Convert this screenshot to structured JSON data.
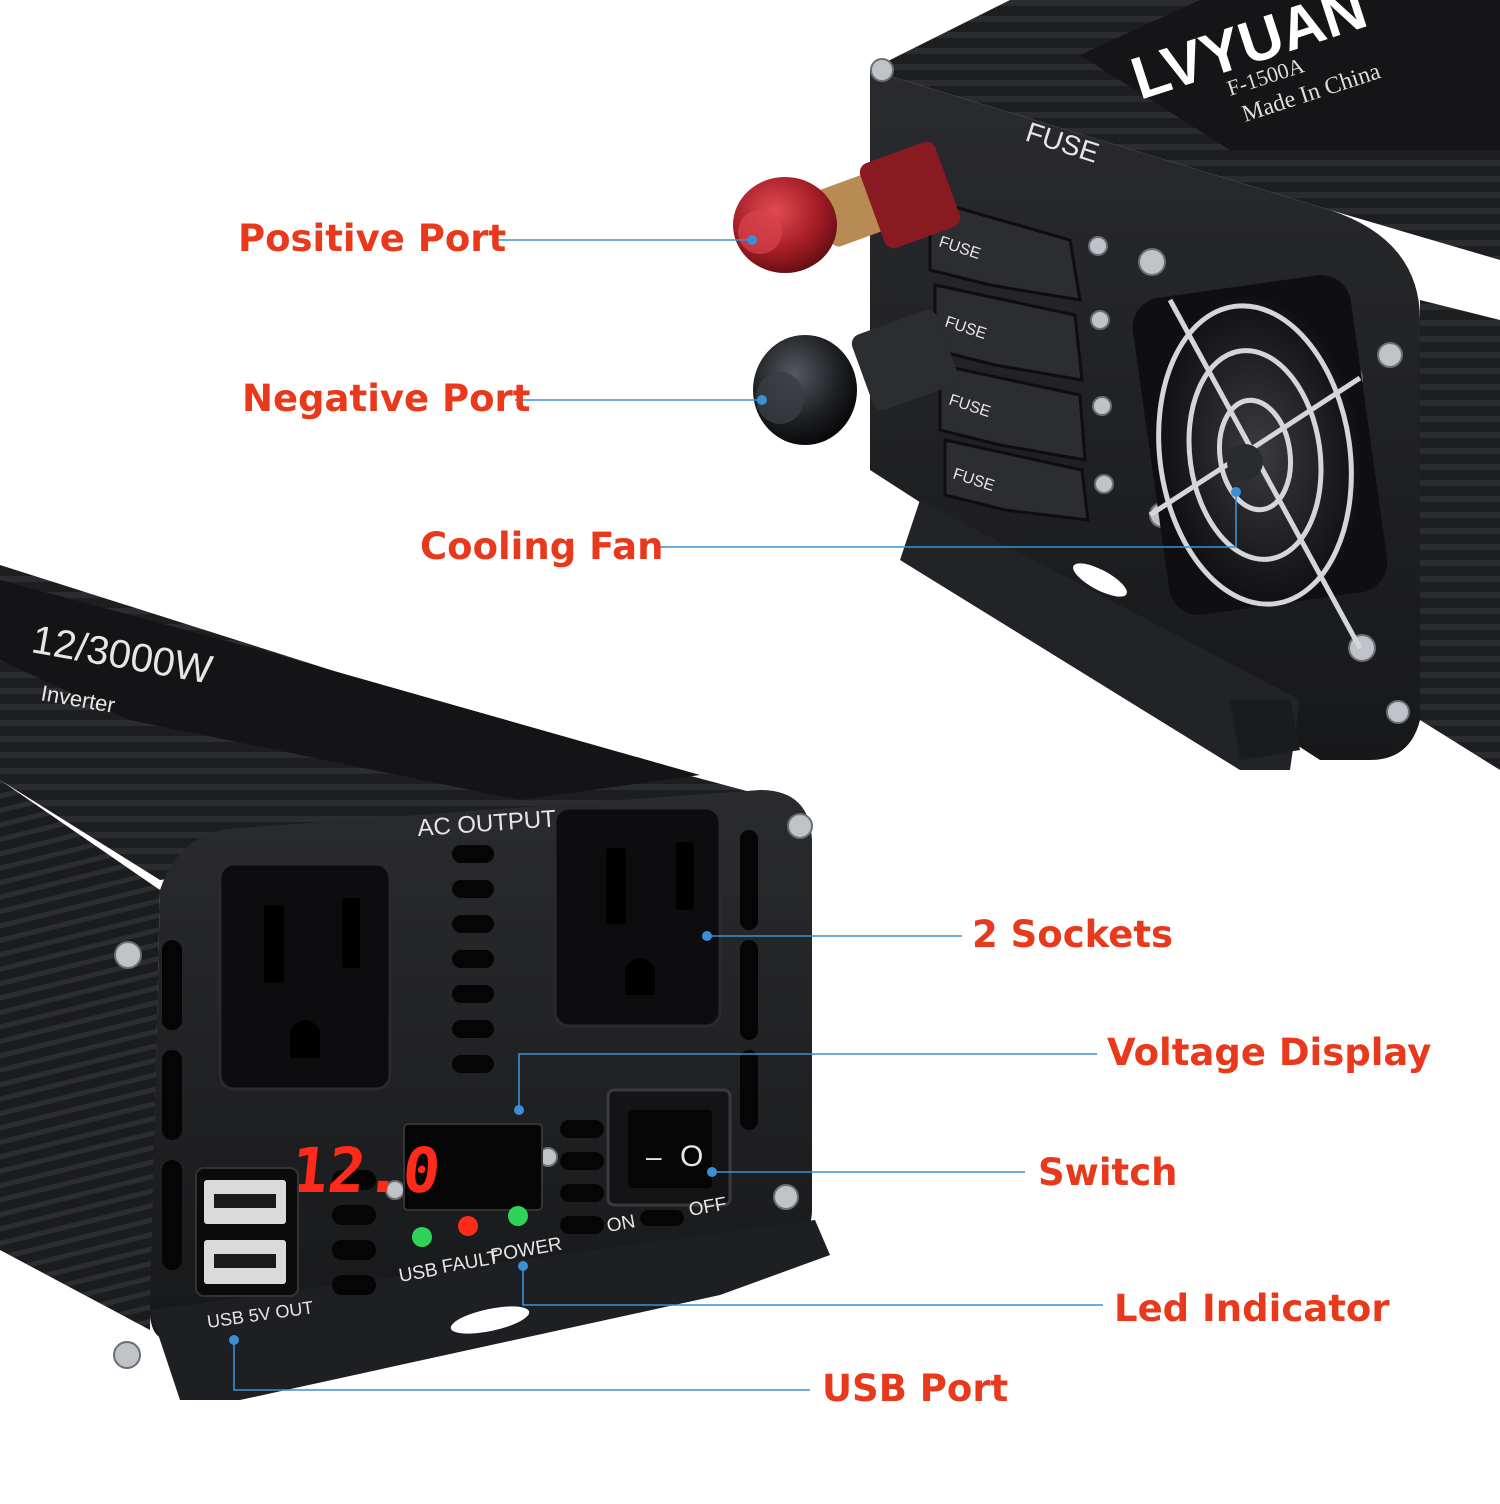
{
  "product": {
    "brand": "LVYUAN",
    "model": "F-1500A",
    "origin": "Made In China",
    "fuse_label": "FUSE",
    "fuse_tab_text": "FUSE",
    "rating_text": "12/3000W",
    "subtitle_text": "Inverter",
    "ac_output_label": "AC OUTPUT",
    "display_value": "12.0",
    "led_labels": [
      "USB",
      "FAULT",
      "POWER"
    ],
    "led_colors": [
      "#2fd35a",
      "#ff2a1a",
      "#2fd35a"
    ],
    "usb_label": "USB 5V OUT",
    "switch_on_label": "ON",
    "switch_off_label": "OFF",
    "switch_on_symbol": "–",
    "switch_off_symbol": "O"
  },
  "callouts": {
    "positive_port": "Positive Port",
    "negative_port": "Negative Port",
    "cooling_fan": "Cooling Fan",
    "sockets": "2 Sockets",
    "voltage_display": "Voltage Display",
    "switch": "Switch",
    "led_indicator": "Led Indicator",
    "usb_port": "USB Port"
  },
  "colors": {
    "label_red": "#e8391c",
    "leader_blue": "#3b8fd6",
    "housing": "#1b1c1e",
    "terminal_red": "#b3202a"
  }
}
